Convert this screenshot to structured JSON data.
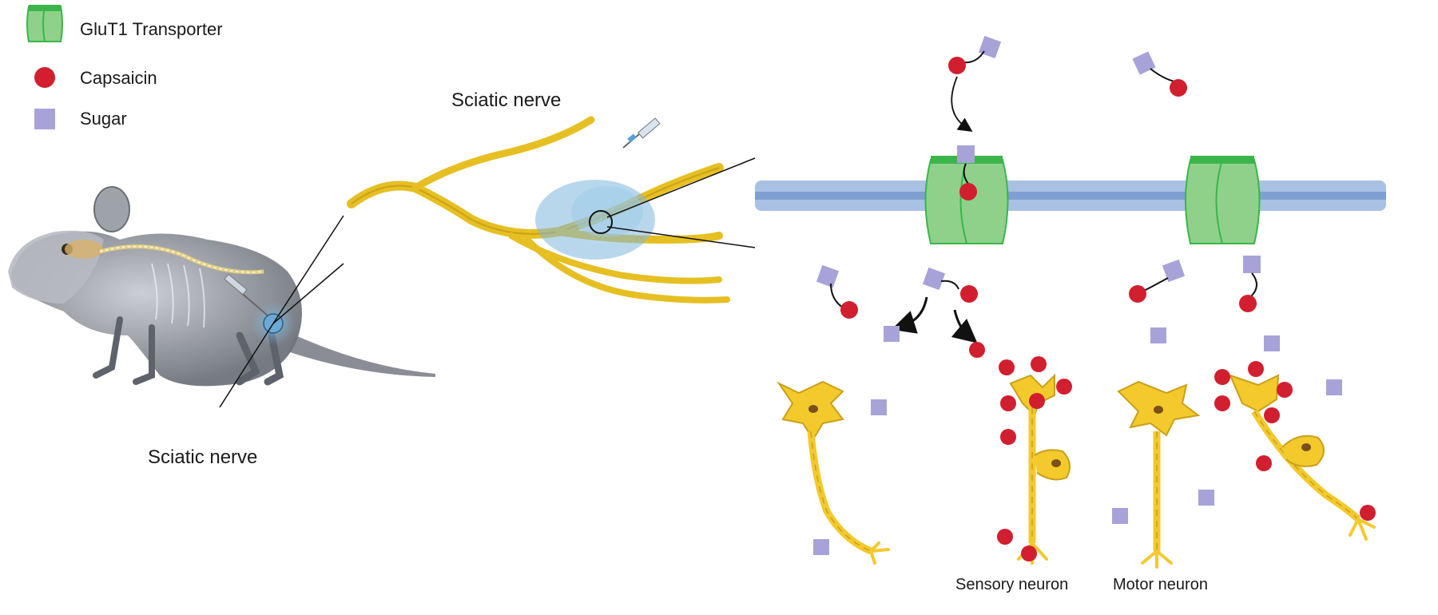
{
  "legend": {
    "transporter_label": "GluT1 Transporter",
    "capsaicin_label": "Capsaicin",
    "sugar_label": "Sugar"
  },
  "labels": {
    "sciatic_nerve_top": "Sciatic nerve",
    "sciatic_nerve_bottom": "Sciatic nerve",
    "sensory_neuron": "Sensory neuron",
    "motor_neuron": "Motor neuron"
  },
  "colors": {
    "transporter": "#8fd18a",
    "transporter_edge": "#3bb54a",
    "capsaicin": "#d11f2f",
    "sugar": "#a7a3d9",
    "membrane": "#a9c1e3",
    "membrane_core": "#7f9fd2",
    "neuron": "#f3c92c",
    "neuron_edge": "#c9a01a",
    "nerve": "#e6bf22",
    "rat": "#8a8e96"
  }
}
